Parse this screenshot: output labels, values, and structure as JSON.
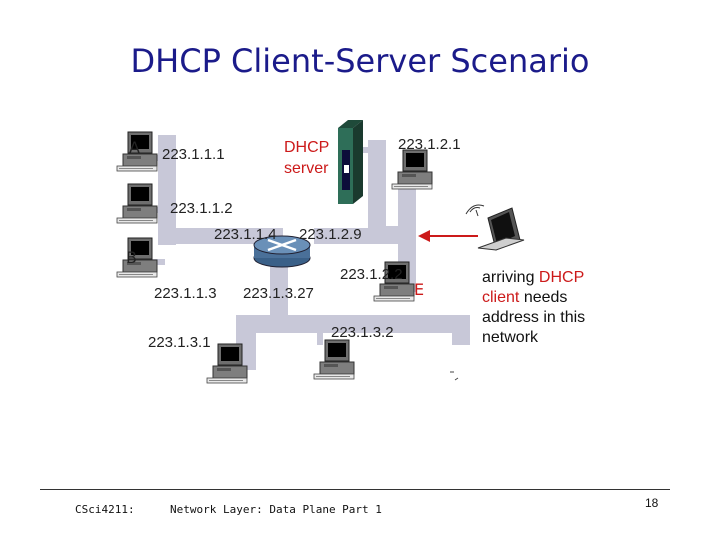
{
  "title": "DHCP Client-Server Scenario",
  "hosts": {
    "a": "A",
    "b": "B",
    "e": "E"
  },
  "server": {
    "line1": "DHCP",
    "line2": "server"
  },
  "addresses": {
    "a": "223.1.1.1",
    "server": "223.1.2.1",
    "host2": "223.1.1.2",
    "router_if1": "223.1.1.4",
    "router_if2": "223.1.2.9",
    "e": "223.1.2.2",
    "b": "223.1.1.3",
    "router_if3": "223.1.3.27",
    "host31": "223.1.3.1",
    "host32": "223.1.3.2"
  },
  "note": {
    "w1": "arriving",
    "w2": "DHCP",
    "w3": "client",
    "w4": "needs",
    "w5": "address in this",
    "w6": "network"
  },
  "footer": {
    "course": "CSci4211:",
    "topic": "Network Layer: Data Plane Part 1",
    "page": "18"
  },
  "colors": {
    "title": "#1b1b8a",
    "network": "#c8c8d8",
    "red": "#cc1a1a"
  }
}
